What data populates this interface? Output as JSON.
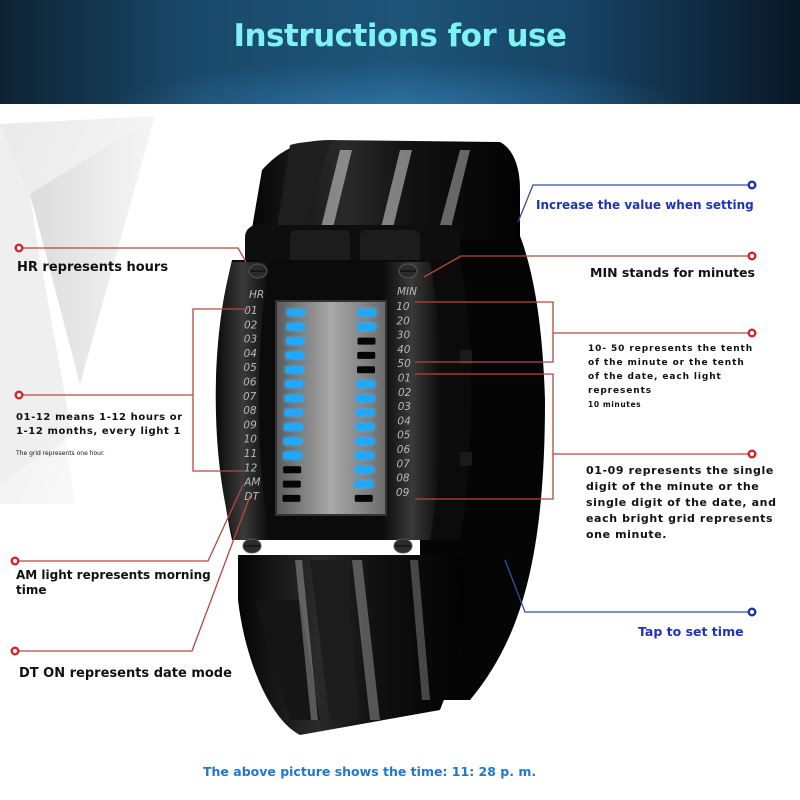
{
  "header": {
    "title": "Instructions for use"
  },
  "watch": {
    "left_scale_title": "HR",
    "left_scale": [
      "01",
      "02",
      "03",
      "04",
      "05",
      "06",
      "07",
      "08",
      "09",
      "10",
      "11",
      "12",
      "AM",
      "DT"
    ],
    "right_scale_title": "MIN",
    "right_scale": [
      "10",
      "20",
      "30",
      "40",
      "50",
      "01",
      "02",
      "03",
      "04",
      "05",
      "06",
      "07",
      "08",
      "09"
    ],
    "left_leds_lit": [
      true,
      true,
      true,
      true,
      true,
      true,
      true,
      true,
      true,
      true,
      true,
      false,
      false,
      false
    ],
    "right_leds_lit": [
      true,
      true,
      false,
      false,
      false,
      true,
      true,
      true,
      true,
      true,
      true,
      true,
      true,
      false
    ],
    "led_color": "#1fa8ff"
  },
  "callouts": {
    "hr": "HR represents hours",
    "hours_line1": "01-12 means 1-12 hours or",
    "hours_line2": "1-12 months, every light 1",
    "hours_note": "The grid represents one hour.",
    "am_line1": "AM light represents morning",
    "am_line2": "time",
    "dt": "DT ON represents date mode",
    "increase": "Increase the value when setting",
    "min": "MIN stands for minutes",
    "tens_line1": "10- 50 represents the tenth",
    "tens_line2": "of the minute or the tenth",
    "tens_line3": "of the date, each light",
    "tens_line4": "represents",
    "tens_note": "10 minutes",
    "ones_line1": "01-09 represents the single",
    "ones_line2": "digit of the minute or the",
    "ones_line3": "single digit of the date, and",
    "ones_line4": "each bright grid represents",
    "ones_line5": "one minute.",
    "tap": "Tap to set time"
  },
  "footer": {
    "caption": "The above picture shows the time: 11: 28 p. m."
  },
  "colors": {
    "red_line": "#b5473f",
    "red_dot": "#d6232a",
    "blue_line": "#3a4aa8",
    "blue_dot": "#1a2fb0"
  }
}
